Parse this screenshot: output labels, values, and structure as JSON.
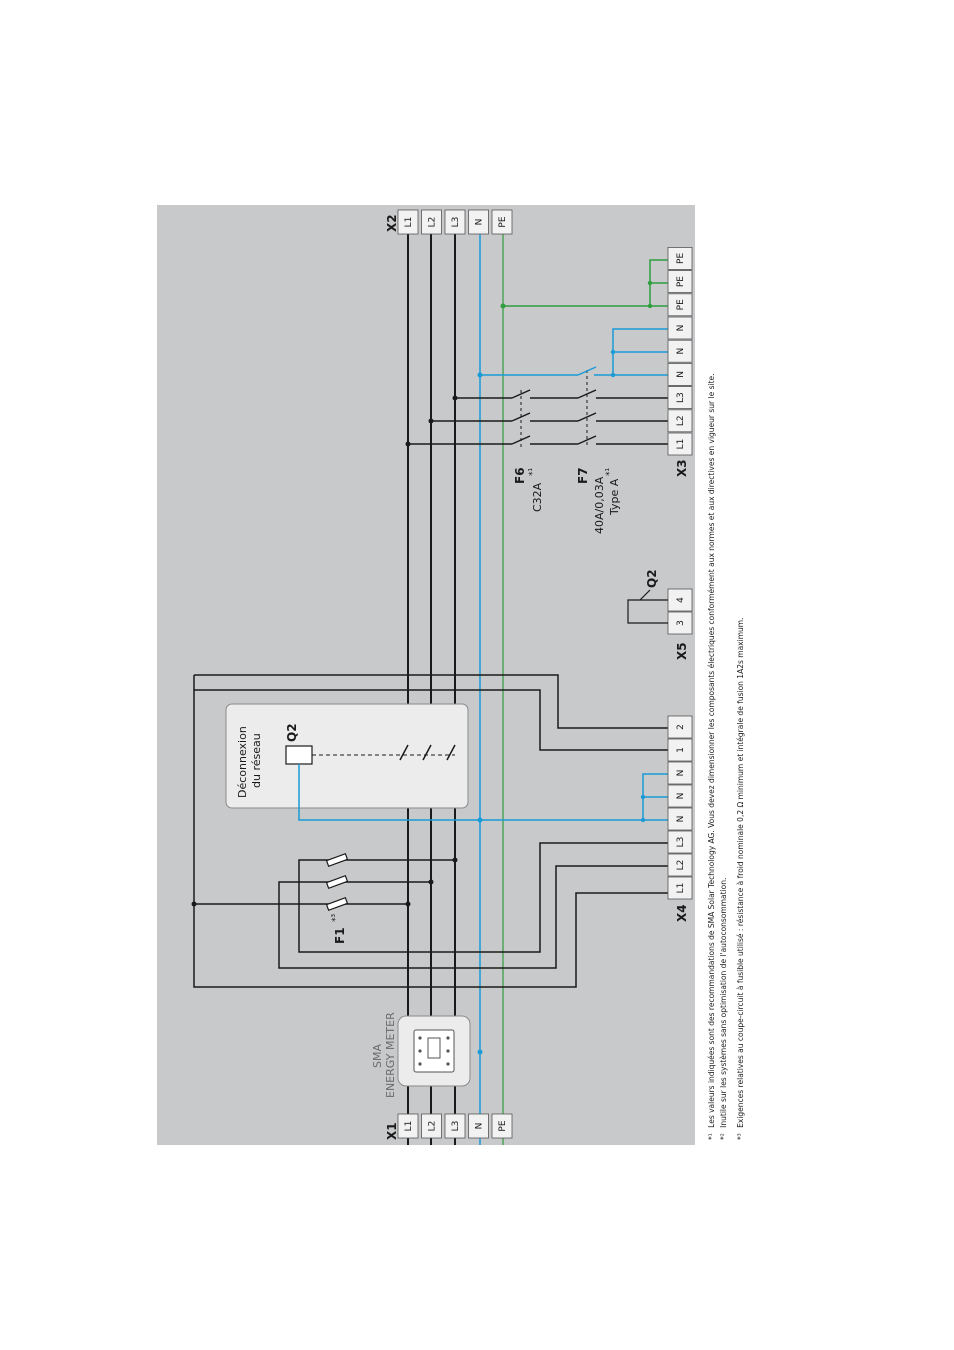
{
  "colors": {
    "panel": "#c8c9ca",
    "black": "#1a1a1a",
    "blue": "#1a9ad6",
    "green": "#2e9e3e",
    "terminal": "#f2f2f2",
    "box": "#ececec"
  },
  "x1": {
    "label": "X1",
    "terminals": [
      "L1",
      "L2",
      "L3",
      "N",
      "PE"
    ]
  },
  "x2": {
    "label": "X2",
    "terminals": [
      "L1",
      "L2",
      "L3",
      "N",
      "PE"
    ]
  },
  "x3": {
    "label": "X3",
    "terminals": [
      "L1",
      "L2",
      "L3",
      "N",
      "N",
      "N",
      "PE",
      "PE",
      "PE"
    ]
  },
  "x4": {
    "label": "X4",
    "terminals": [
      "L1",
      "L2",
      "L3",
      "N",
      "N",
      "N",
      "1",
      "2"
    ]
  },
  "x5": {
    "label": "X5",
    "terminals": [
      "3",
      "4"
    ]
  },
  "meter": {
    "brand": "SMA",
    "name": "ENERGY METER",
    "icon": "energy-meter-icon"
  },
  "disconnect": {
    "line1": "Déconnexion",
    "line2": "du réseau",
    "relay": "Q2"
  },
  "q2_contact": "Q2",
  "f1": {
    "label": "F1",
    "note": "*³"
  },
  "f6": {
    "label": "F6",
    "rating": "C32A",
    "note": "*¹"
  },
  "f7": {
    "label": "F7",
    "rating": "40A/0,03A",
    "type": "Type A",
    "note": "*¹"
  },
  "footnotes": [
    {
      "mark": "*¹",
      "text": "Les valeurs indiquées sont des recommandations de SMA Solar Technology AG. Vous devez dimensionner les composants électriques conformément aux normes et aux directives en vigueur sur le site."
    },
    {
      "mark": "*²",
      "text": "Inutile sur les systèmes sans optimisation de l'autoconsommation."
    },
    {
      "mark": "*³",
      "text": "Exigences relatives au coupe-circuit à fusible utilisé : résistance à froid nominale 0,2 Ω minimum et intégrale de fusion 1A2s maximum."
    }
  ]
}
